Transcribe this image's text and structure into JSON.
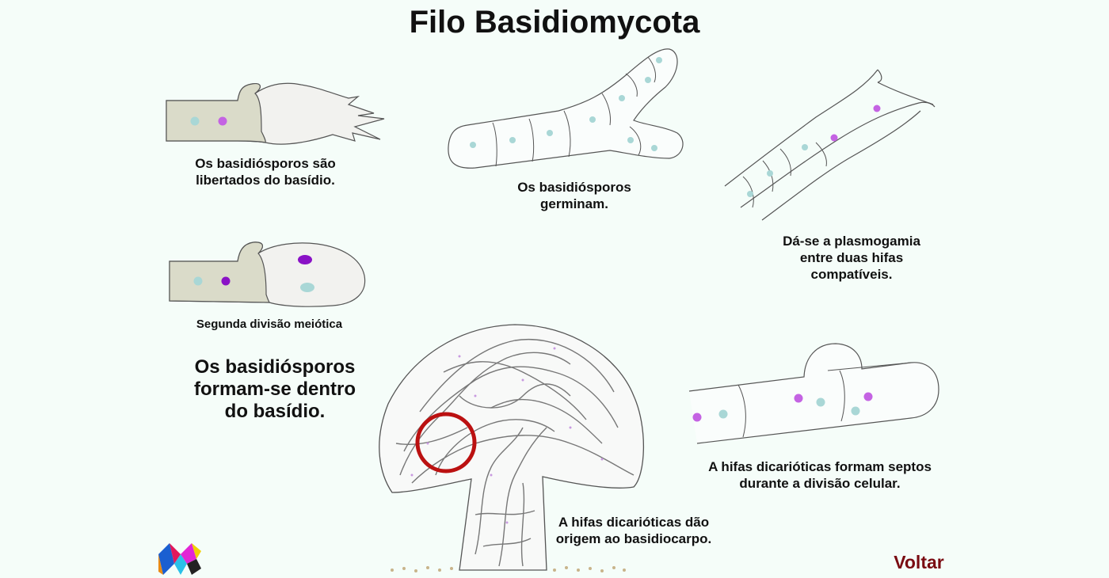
{
  "title": "Filo Basidiomycota",
  "steps": {
    "release": "Os basidiósporos são libertados do basídio.",
    "germinate": "Os basidiósporos germinam.",
    "plasmogamy": "Dá-se a plasmogamia entre duas hifas compatíveis.",
    "septa": "A hifas dicarióticas formam septos durante a divisão celular.",
    "basidiocarp": "A hifas dicarióticas dão origem ao basidiocarpo.",
    "meiosis": "Segunda divisão meiótica",
    "formation": "Os basidiósporos formam-se dentro do basídio."
  },
  "nav": {
    "back_label": "Voltar"
  },
  "colors": {
    "background": "#f5fdf9",
    "nucleus_teal": "#a9d7d6",
    "nucleus_purple": "#c463e3",
    "nucleus_dark_purple": "#8a12c6",
    "basidium_stalk": "#dadbc9",
    "highlight_ring": "#bb1111",
    "back_link": "#7a0b12"
  }
}
